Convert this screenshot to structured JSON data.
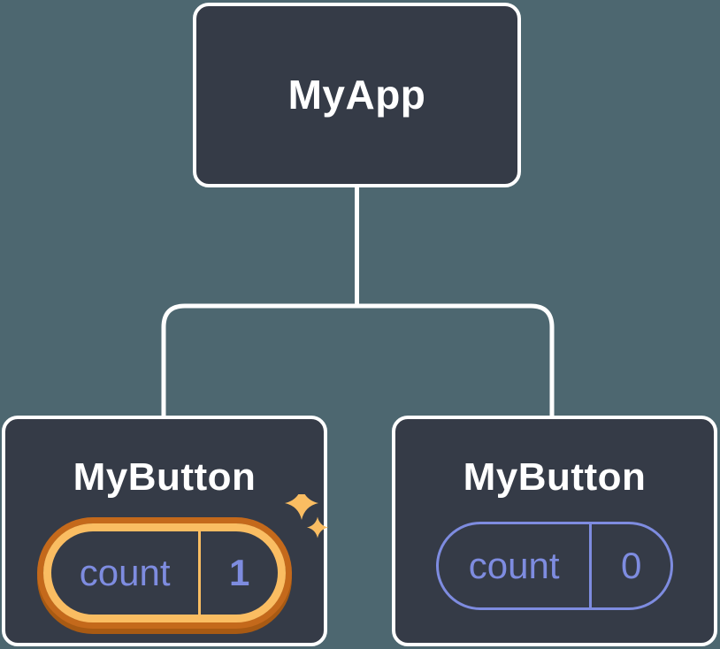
{
  "colors": {
    "background": "#4D6770",
    "node-fill": "#353B47",
    "node-border": "#FFFFFF",
    "connector": "#FFFFFF",
    "label": "#FFFFFF",
    "purple": "#7E8CE0",
    "gold": "#FABD62",
    "dark-orange": "#C4691B",
    "dark-orange-shadow": "#A85A13"
  },
  "diagram": {
    "type": "component-tree",
    "root": {
      "label": "MyApp"
    },
    "children": [
      {
        "label": "MyButton",
        "state": {
          "key": "count",
          "value": "1"
        },
        "highlighted": true,
        "decoration": "sparkles-icon"
      },
      {
        "label": "MyButton",
        "state": {
          "key": "count",
          "value": "0"
        },
        "highlighted": false
      }
    ]
  }
}
